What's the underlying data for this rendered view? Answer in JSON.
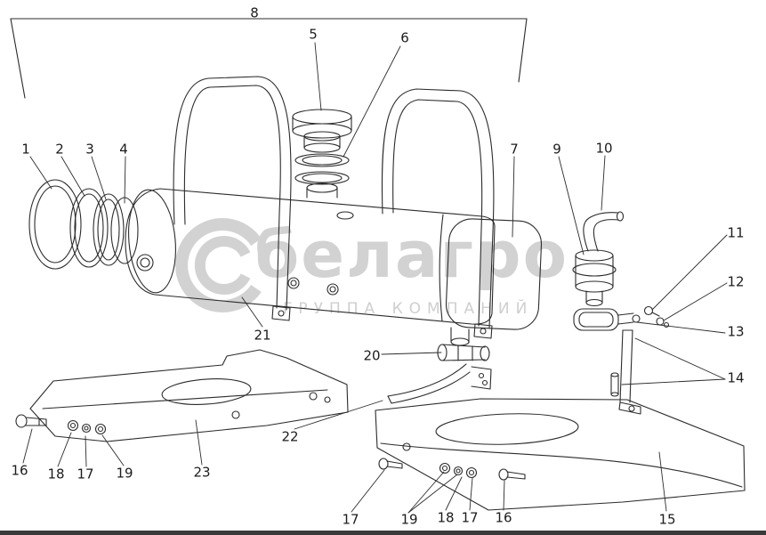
{
  "watermark": {
    "brand": "белагро",
    "subtitle": "ГРУППА КОМПАНИЙ",
    "logo_icon": "double-crescent-ring-icon",
    "color": "#d2d2d2"
  },
  "diagram": {
    "line_color": "#2b2b2b",
    "background": "#ffffff",
    "bottom_bar_color": "#3a3a3a"
  },
  "callouts": [
    {
      "label": "8"
    },
    {
      "label": "5"
    },
    {
      "label": "6"
    },
    {
      "label": "1"
    },
    {
      "label": "2"
    },
    {
      "label": "3"
    },
    {
      "label": "4"
    },
    {
      "label": "7"
    },
    {
      "label": "9"
    },
    {
      "label": "10"
    },
    {
      "label": "11"
    },
    {
      "label": "12"
    },
    {
      "label": "13"
    },
    {
      "label": "14"
    },
    {
      "label": "21"
    },
    {
      "label": "20"
    },
    {
      "label": "22"
    },
    {
      "label": "23"
    },
    {
      "label": "16"
    },
    {
      "label": "18"
    },
    {
      "label": "17"
    },
    {
      "label": "19"
    },
    {
      "label": "17"
    },
    {
      "label": "19"
    },
    {
      "label": "18"
    },
    {
      "label": "17"
    },
    {
      "label": "16"
    },
    {
      "label": "15"
    }
  ]
}
